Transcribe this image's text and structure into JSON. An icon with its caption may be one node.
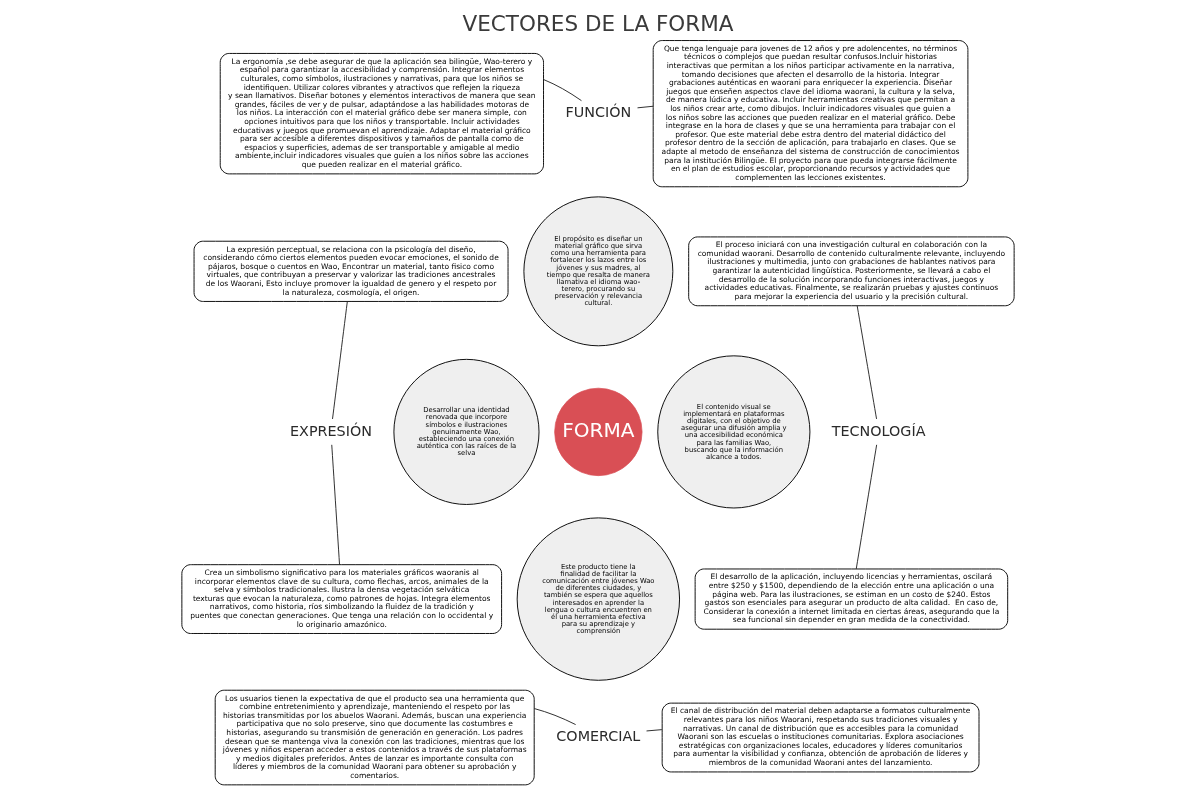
{
  "diagram": {
    "title": "VECTORES DE LA FORMA",
    "nodes": [
      {
        "text": [
          "La ergonomía ,se debe asegurar de que la aplicación sea bilingüe, Wao-terero y español para garantizar la accesibilidad y comprensión. Integrar elementos culturales, como símbolos, ilustraciones y narrativas, para que los niños se identifiquen. Utilizar colores vibrantes y atractivos que reflejen la riqueza y sean llamativos. Diseñar botones y elementos interactivos de manera que sean grandes, fáciles de ver y de pulsar, adaptándose a las habilidades motoras de los niños. La interacción con el material gráfico debe ser manera simple, con opciones intuitivos para que los niños y transportable. Incluir actividades educativas y juegos que promuevan el aprendizaje. Adaptar el material gráfico para ser accesible a diferentes dispositivos y tamaños de pantalla como de espacios y superficies, ademas de ser transportable y amigable al medio ambiente,incluir indicadores visuales que guíen a los niños sobre las acciones que pueden realizar en el material gráfico."
        ]
      },
      {
        "text": [
          "FUNCIÓN"
        ]
      },
      {
        "text": [
          "Que tenga lenguaje para jovenes de 12 años y pre adolencentes, no términos técnicos o complejos que puedan resultar confusos.Incluir historias interactivas que permitan a los niños participar activamente en la narrativa, tomando decisiones que afecten el desarrollo de la historia. Integrar grabaciones auténticas en waorani para enriquecer la experiencia. Diseñar juegos que enseñen aspectos clave del idioma waorani, la cultura y la selva, de manera lúdica y educativa. Incluir herramientas creativas que permitan a los niños crear arte, como dibujos. Incluir indicadores visuales que guien a los niños sobre las acciones que pueden realizar en el material gráfico. Debe integrase en la hora de clases y que se una herramienta para trabajar con el profesor. Que este material debe estra dentro del material didáctico del profesor dentro de la sección de aplicación, para trabajarlo en clases. Que se adapte al metodo de enseñanza del sistema de construcción de conocimientos para la institución Bilingüe. El proyecto para que pueda integrarse fácilmente en el plan de estudios escolar, proporcionando recursos y actividades que complementen las lecciones existentes."
        ]
      },
      {
        "text": [
          "La expresión perceptual, se relaciona con la psicología del diseño, considerando cómo ciertos elementos pueden evocar emociones, el sonido de pájaros, bosque o cuentos en Wao, Encontrar un material, tanto fisico como virtuales, que contribuyan a preservar y valorizar las tradiciones ancestrales de los Waorani, Esto incluye promover la igualdad de genero y el respeto por la naturaleza, cosmología, el origen."
        ]
      },
      {
        "text": [
          "El propósito es diseñar un material gráfico que sirva como una herramienta para fortalecer los lazos entre los jóvenes y sus madres, al tiempo que resalta de manera llamativa el idioma wao-terero, procurando su preservación y relevancia cultural."
        ]
      },
      {
        "text": [
          "EXPRESIÓN"
        ]
      },
      {
        "text": [
          "Desarrollar una identidad renovada que incorpore símbolos e ilustraciones genuinamente Wao, estableciendo una conexión auténtica con las raíces de la selva"
        ]
      },
      {
        "text": [
          "FORMA"
        ]
      },
      {
        "text": [
          "El contenido visual se implementará en plataformas digitales, con el objetivo de asegurar una difusión amplia y una accesibilidad económica para las familias Wao, buscando que la información alcance a todos."
        ]
      },
      {
        "text": [
          "TECNOLOGÍA"
        ]
      },
      {
        "text": [
          "El proceso iniciará con una investigación cultural en colaboración con la comunidad waorani. Desarrollo de contenido culturalmente relevante, incluyendo ilustraciones y multimedia, junto con grabaciones de hablantes nativos para garantizar la autenticidad lingüística. Posteriormente, se llevará a cabo el desarrollo de la solución incorporando funciones interactivas, juegos y actividades educativas. Finalmente, se realizarán pruebas y ajustes continuos para mejorar la experiencia del usuario y la precisión cultural."
        ]
      },
      {
        "text": [
          "Crea un simbolismo significativo para los materiales gráficos waoranis al incorporar elementos clave de su cultura, como flechas, arcos, animales de la selva y símbolos tradicionales. Ilustra la densa vegetación selvática  texturas que evocan la naturaleza, como patrones de hojas. Integra elementos narrativos, como historia, ríos simbolizando la fluidez de la tradición y puentes que conectan generaciones. Que tenga una relación con lo occidental y lo originario amazónico."
        ]
      },
      {
        "text": [
          "El desarrollo de la aplicación, incluyendo licencias y herramientas, oscilará entre $250 y $1500, dependiendo de la elección entre una aplicación o una página web. Para las ilustraciones, se estiman en un costo de $240. Estos gastos son esenciales para asegurar un producto de alta calidad.  En caso de, Considerar la conexión a internet limitada en ciertas áreas, asegurando que la sea funcional sin depender en gran medida de la conectividad."
        ]
      },
      {
        "text": [
          "Este producto tiene la finalidad de facilitar la comunicación entre jóvenes Wao de diferentes ciudades, y también se espera que aquellos interesados en aprender la lengua o cultura encuentren en él una herramienta efectiva para su aprendizaje y comprensión"
        ]
      },
      {
        "text": [
          "COMERCIAL"
        ]
      },
      {
        "text": [
          "Los usuarios tienen la expectativa de que el producto sea una herramienta que combine entretenimiento y aprendizaje, manteniendo el respeto por las historias transmitidas por los abuelos Waorani. Además, buscan una experiencia participativa que no solo preserve, sino que documente las costumbres e historias, asegurando su transmisión de generación en generación. Los padres desean que se mantenga viva la conexión con las tradiciones, mientras que los jóvenes y niños esperan acceder a estos contenidos a través de sus plataformas y medios digitales preferidos. Antes de lanzar es importante consulta con líderes y miembros de la comunidad Waorani para obtener su aprobación y comentarios."
        ]
      },
      {
        "text": [
          "El canal de distribución del material deben adaptarse a formatos culturalmente relevantes para los niños Waorani, respetando sus tradiciones visuales y narrativas. Un canal de distribución que es accesibles para la comunidad Waorani son las escuelas o instituciones comunitarias. Explora asociaciones estratégicas con organizaciones locales, educadores y líderes comunitarios para aumentar la visibilidad y confianza, obtención de aprobación de líderes y miembros de la comunidad Waorani antes del lanzamiento."
        ]
      }
    ],
    "edges": [
      {
        "from": 1,
        "to": 0,
        "arrow": "none"
      },
      {
        "from": 1,
        "to": 2,
        "arrow": "none"
      },
      {
        "from": 5,
        "to": 3,
        "arrow": "none"
      },
      {
        "from": 5,
        "to": 11,
        "arrow": "none"
      },
      {
        "from": 9,
        "to": 10,
        "arrow": "none"
      },
      {
        "from": 9,
        "to": 12,
        "arrow": "none"
      },
      {
        "from": 14,
        "to": 15,
        "arrow": "none"
      },
      {
        "from": 14,
        "to": 16,
        "arrow": "none"
      }
    ]
  }
}
